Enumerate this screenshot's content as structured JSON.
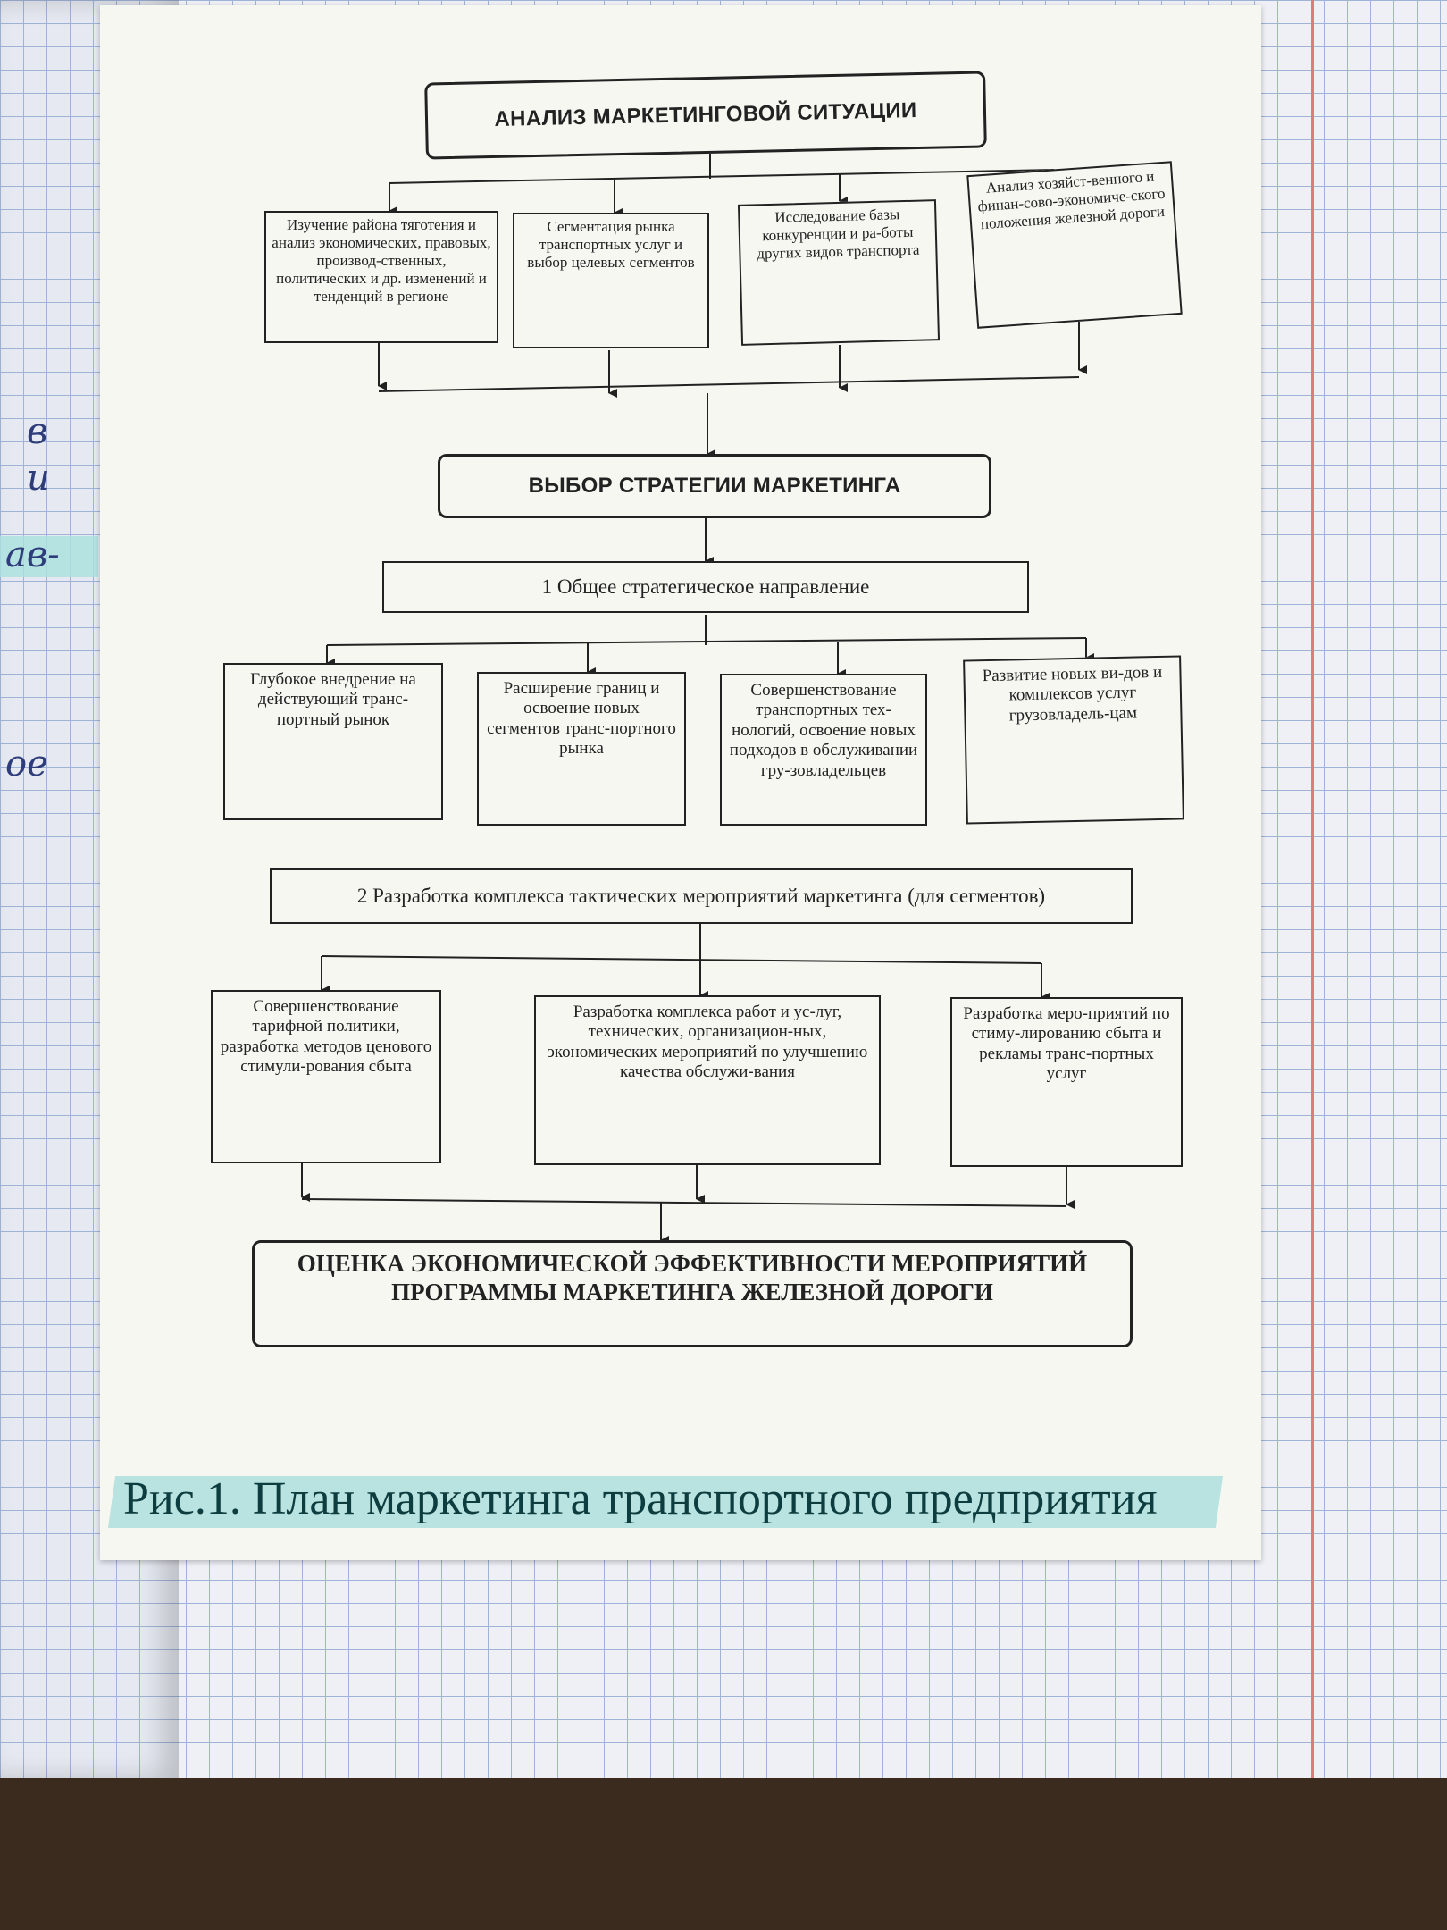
{
  "diagram": {
    "analysis": {
      "title": "АНАЛИЗ МАРКЕТИНГОВОЙ СИТУАЦИИ",
      "items": [
        "Изучение района тяготения и анализ экономических, правовых, производ-ственных, политических и др. изменений и тенденций в регионе",
        "Сегментация рынка транспортных услуг и выбор целевых сегментов",
        "Исследование базы конкуренции и ра-боты других видов транспорта",
        "Анализ хозяйст-венного и финан-сово-экономиче-ского положения железной дороги"
      ]
    },
    "strategy": {
      "title": "ВЫБОР СТРАТЕГИИ МАРКЕТИНГА",
      "direction": "1 Общее стратегическое направление",
      "items": [
        "Глубокое внедрение на действующий транс-портный рынок",
        "Расширение границ и освоение новых сегментов транс-портного рынка",
        "Совершенствование транспортных тех-нологий, освоение новых подходов в обслуживании гру-зовладельцев",
        "Развитие новых ви-дов и комплексов услуг грузовладель-цам"
      ]
    },
    "tactics": {
      "title": "2 Разработка комплекса тактических мероприятий маркетинга (для сегментов)",
      "items": [
        "Совершенствование тарифной политики, разработка методов ценового стимули-рования сбыта",
        "Разработка комплекса работ и ус-луг, технических, организацион-ных, экономических мероприятий по улучшению качества обслужи-вания",
        "Разработка меро-приятий по стиму-лированию сбыта и рекламы транс-портных услуг"
      ]
    },
    "evaluation": {
      "line1": "ОЦЕНКА ЭКОНОМИЧЕСКОЙ ЭФФЕКТИВНОСТИ МЕРОПРИЯТИЙ",
      "line2": "ПРОГРАММЫ МАРКЕТИНГА ЖЕЛЕЗНОЙ ДОРОГИ"
    }
  },
  "caption": "Рис.1. План маркетинга транспортного предприятия",
  "notes": [
    "в",
    "и",
    "ав-",
    "ое"
  ]
}
